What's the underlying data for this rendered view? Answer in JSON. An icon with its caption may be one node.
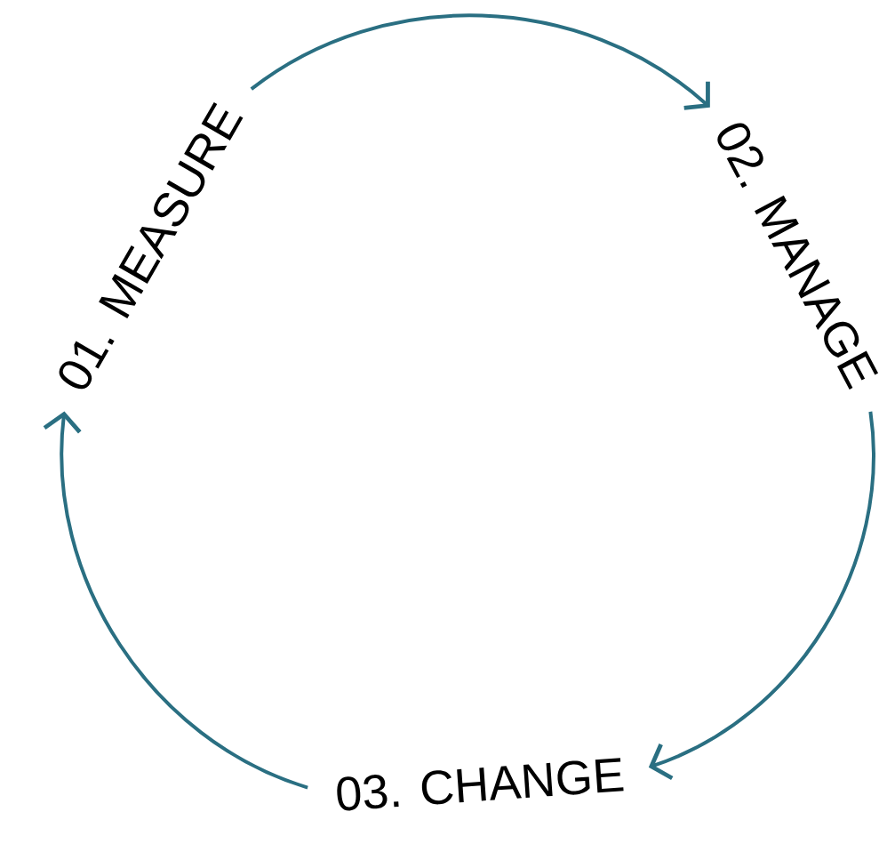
{
  "diagram": {
    "nodes": [
      {
        "text": [
          "01. MEASURE"
        ]
      },
      {
        "text": [
          "02. MANAGE"
        ]
      },
      {
        "text": [
          "03. CHANGE"
        ]
      }
    ],
    "edges": [
      {
        "from": 0,
        "to": 1,
        "arrow": "to"
      },
      {
        "from": 1,
        "to": 2,
        "arrow": "to"
      },
      {
        "from": 2,
        "to": 0,
        "arrow": "to"
      }
    ]
  }
}
